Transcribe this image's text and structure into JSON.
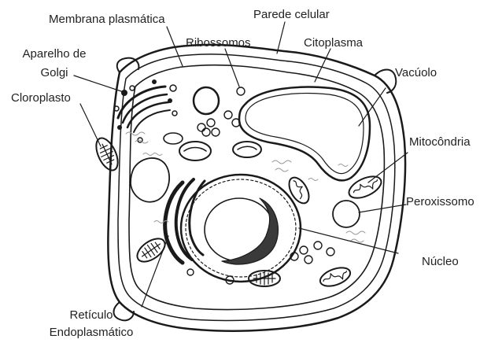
{
  "labels": {
    "membrana": "Membrana plasmática",
    "parede": "Parede celular",
    "ribossomos": "Ribossomos",
    "citoplasma": "Citoplasma",
    "golgi_1": "Aparelho de",
    "golgi_2": "Golgi",
    "cloroplasto": "Cloroplasto",
    "vacuolo": "Vacúolo",
    "mitocondria": "Mitocôndria",
    "peroxissomo": "Peroxissomo",
    "nucleo": "Núcleo",
    "reticulo_1": "Retículo",
    "reticulo_2": "Endoplasmático"
  },
  "colors": {
    "ink": "#1a1a1a",
    "text": "#222222",
    "background": "#ffffff"
  }
}
